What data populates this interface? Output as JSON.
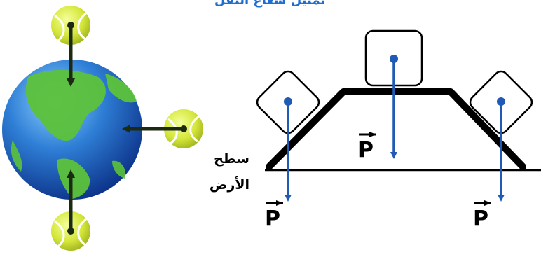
{
  "top_caption": "تمثيل شعاع الثقل",
  "surface_label_line1": "سطح",
  "surface_label_line2": "الأرض",
  "weight_vector_symbol": "P",
  "colors": {
    "arrow_blue": "#1f5bb5",
    "arrow_dark": "#1c2a14",
    "ground": "#000000",
    "ocean": "#2f7fd6",
    "land": "#5cc23a",
    "ball": "#d6e83a"
  },
  "icons": [
    "earth-icon",
    "tennis-ball-icon"
  ]
}
